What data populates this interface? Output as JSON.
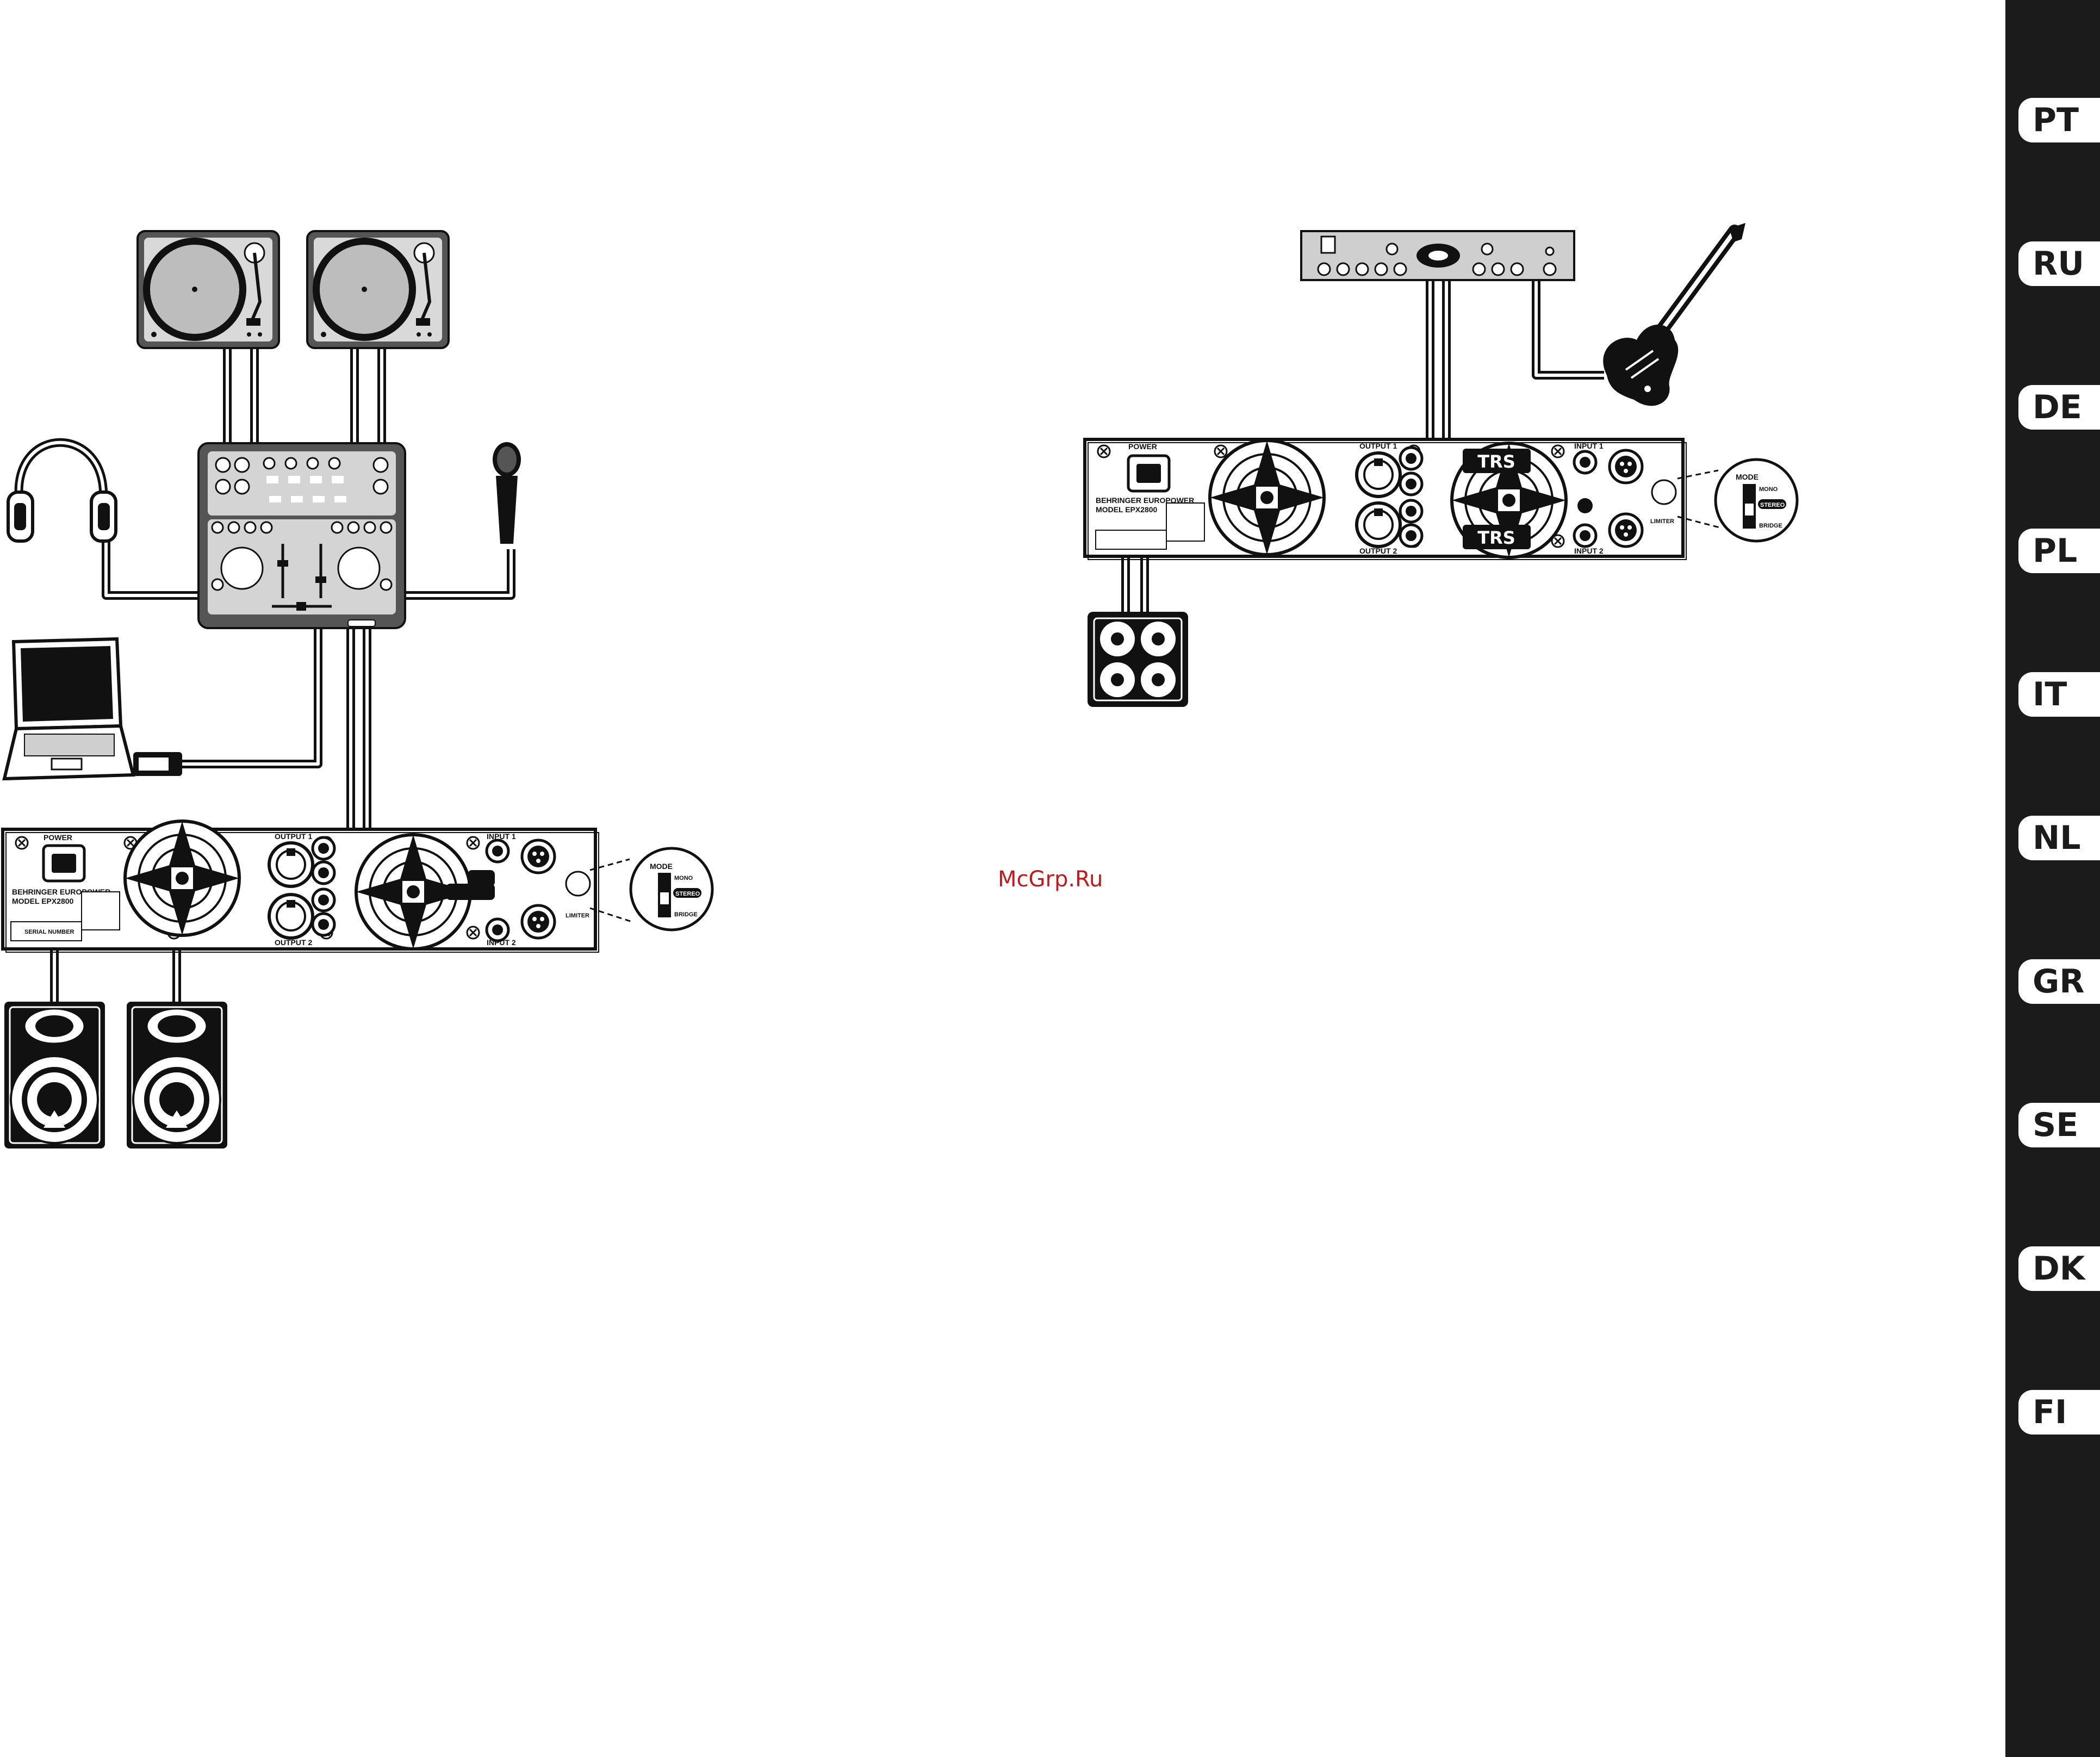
{
  "watermark": "McGrp.Ru",
  "amp_labels": {
    "power": "POWER",
    "output_1": "OUTPUT 1",
    "output_2": "OUTPUT 2",
    "input_1": "INPUT 1",
    "input_2": "INPUT 2",
    "brand": "BEHRINGER EUROPOWER",
    "model_left": "MODEL EPX2800",
    "model_right": "MODEL EPX2800",
    "limiter": "LIMITER",
    "serial": "SERIAL NUMBER"
  },
  "mode_switch": {
    "title": "MODE",
    "mono": "MONO",
    "stereo": "STEREO",
    "bridge": "BRIDGE"
  },
  "connector_labels": {
    "trs_top": "TRS",
    "trs_bottom": "TRS"
  },
  "language_tabs": [
    "PT",
    "RU",
    "DE",
    "PL",
    "IT",
    "NL",
    "GR",
    "SE",
    "DK",
    "FI"
  ],
  "colors": {
    "sidebar": "#1b1b1b",
    "watermark": "#c21a1a",
    "device": "#555555",
    "panel": "#cfcfcf"
  }
}
